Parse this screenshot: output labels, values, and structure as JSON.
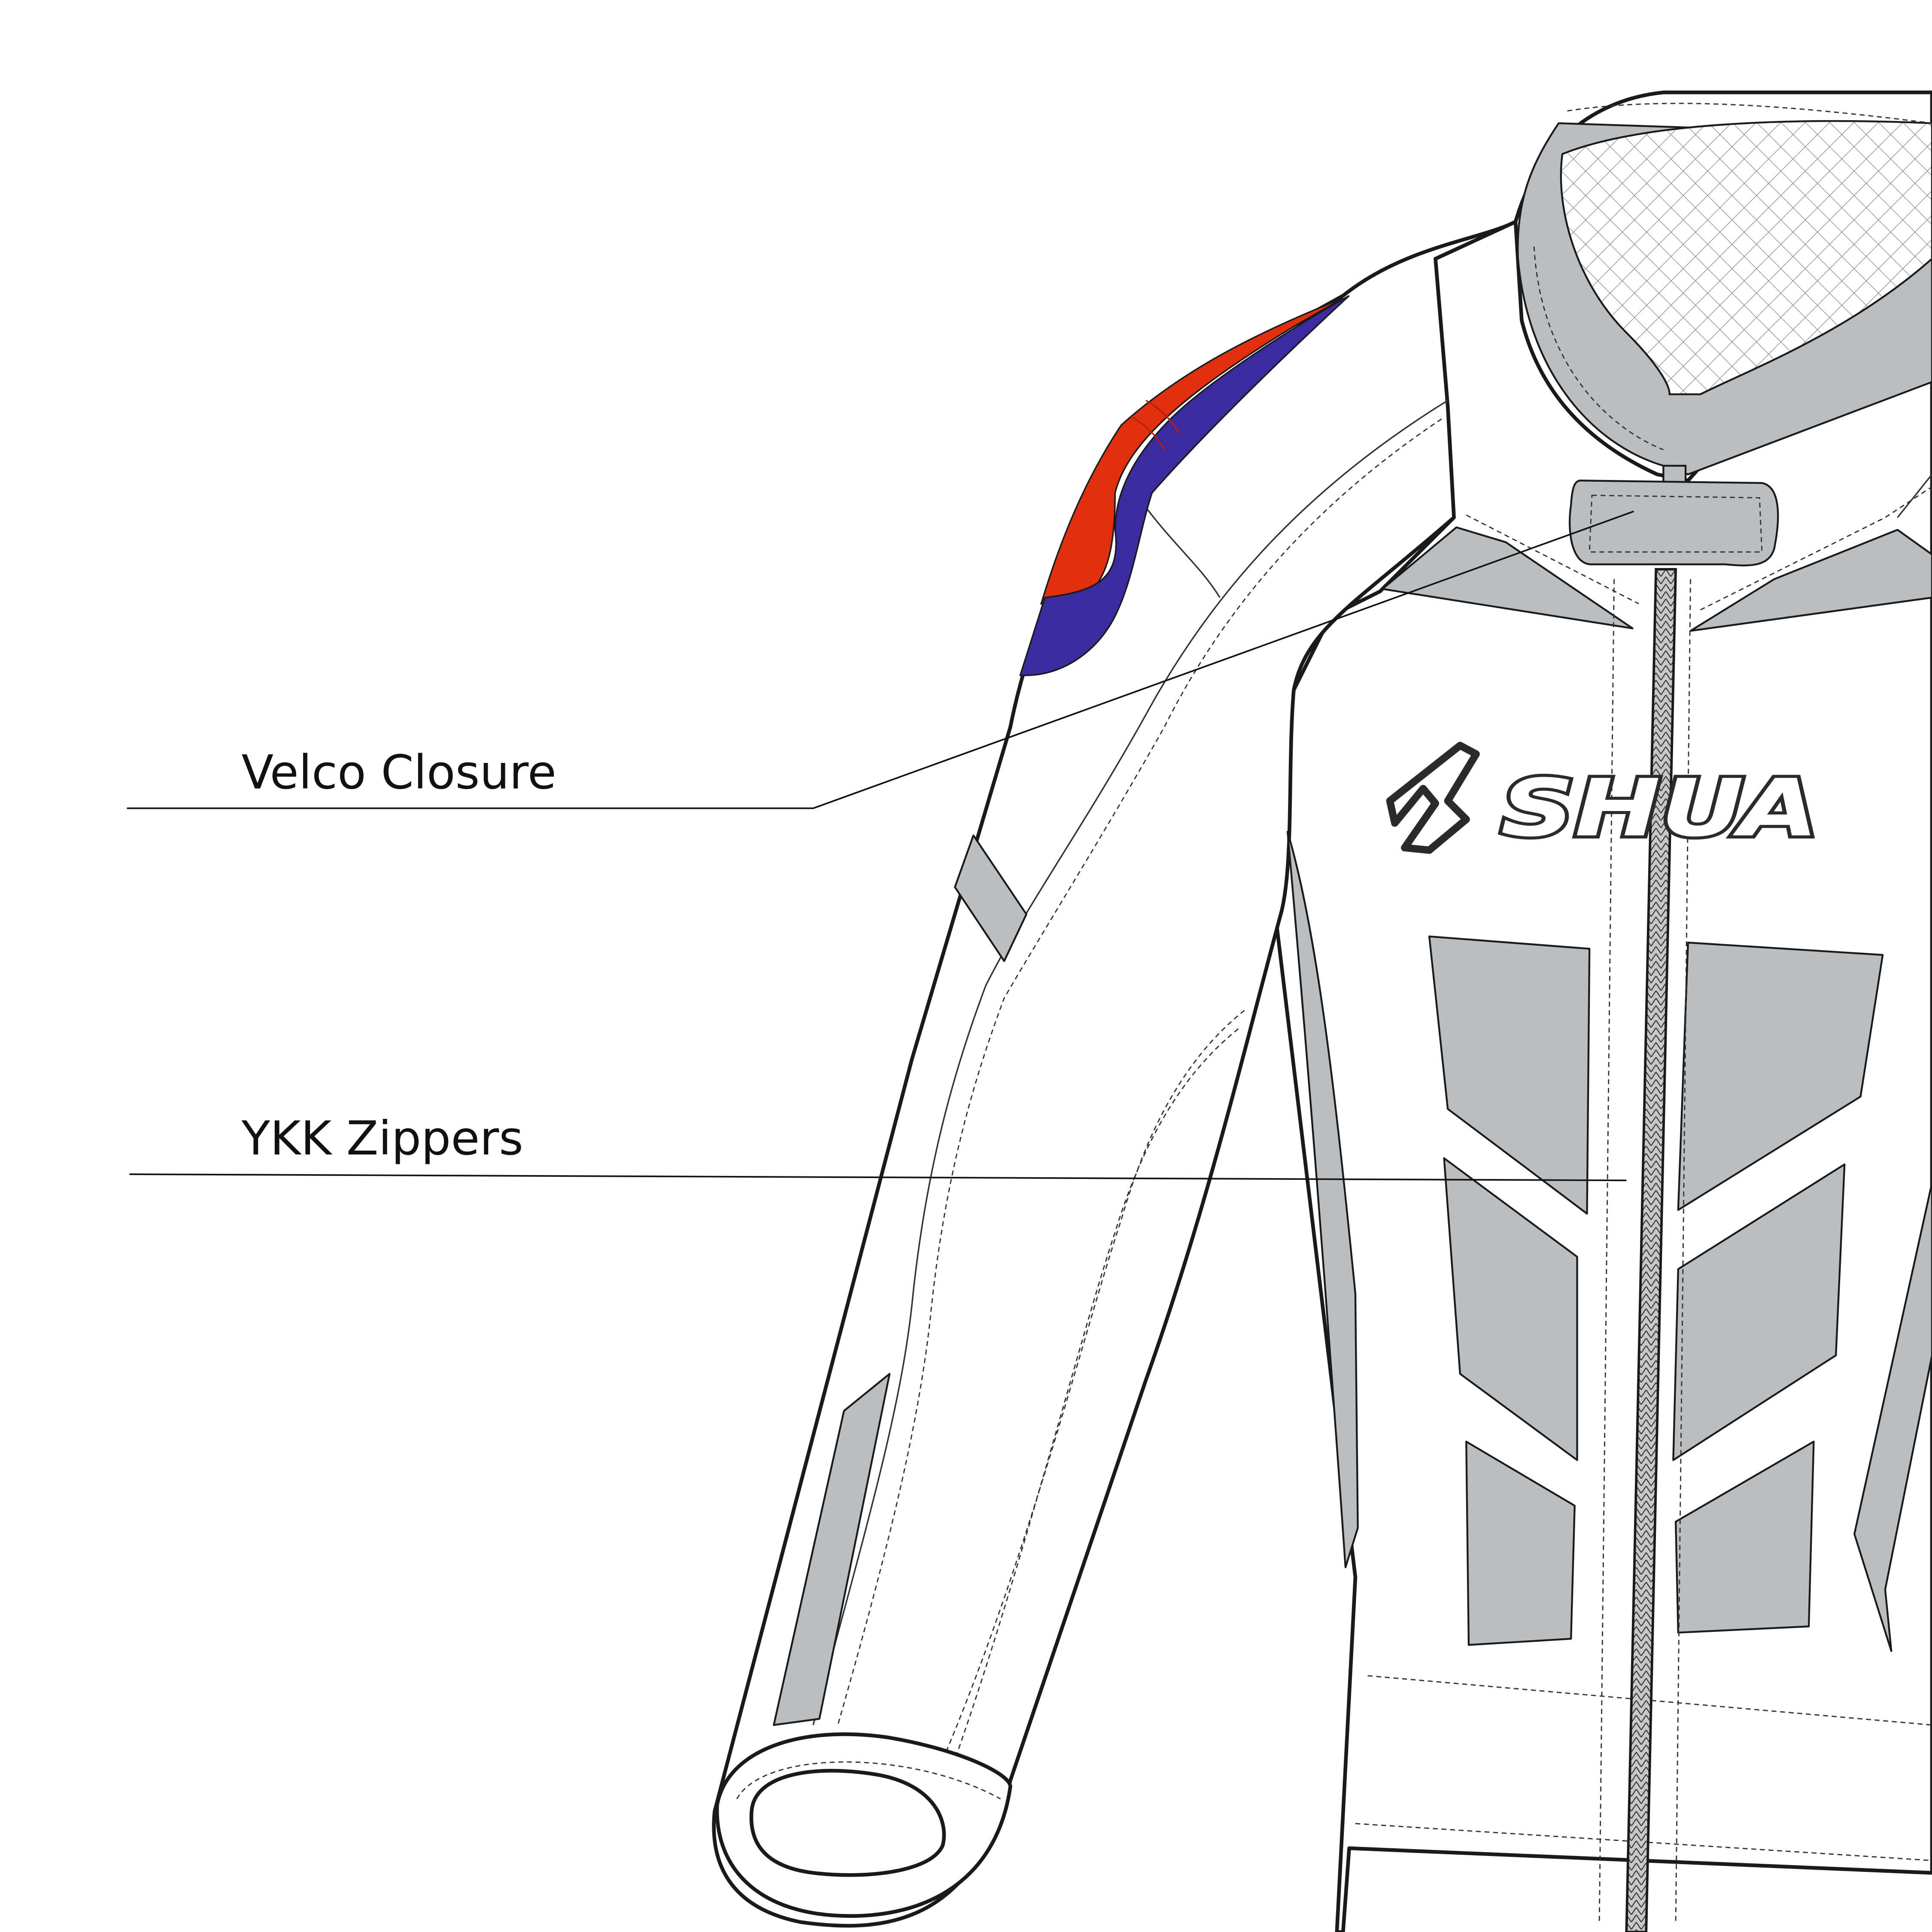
{
  "callouts": [
    {
      "label": "Velco Closure"
    },
    {
      "label": "YKK Zippers"
    }
  ],
  "logo": {
    "text": "SHUA"
  },
  "colors": {
    "outline": "#1a1a1a",
    "panel_grey": "#bcbdbf",
    "shoulder_red": "#e0300f",
    "shoulder_blue": "#3b2aa0",
    "background": "#ffffff"
  }
}
